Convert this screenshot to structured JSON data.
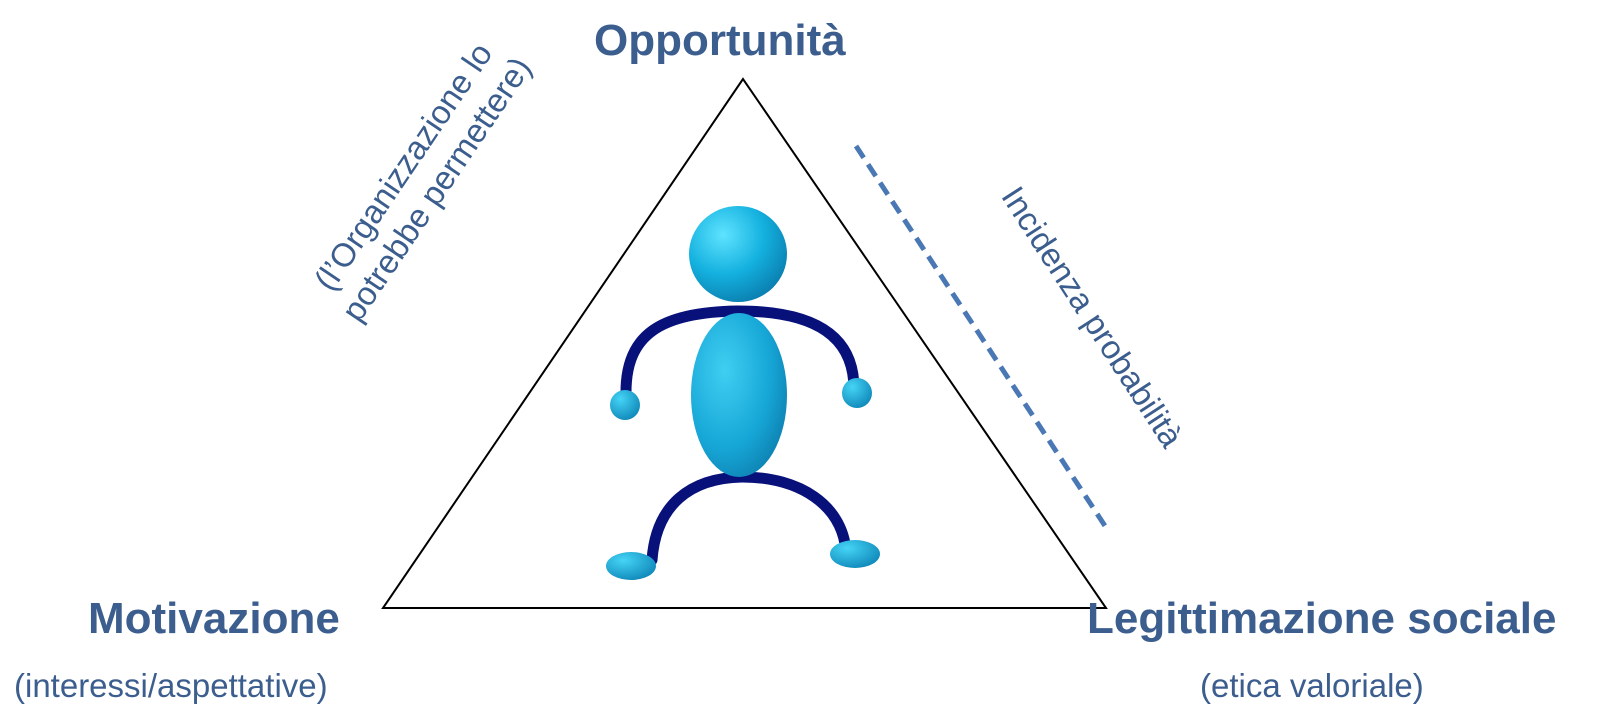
{
  "colors": {
    "label_blue": "#3c5e8e",
    "dash_blue": "#4a78b4",
    "figure_cyan": "#1fa9d6",
    "limb_navy": "#08107a",
    "triangle_stroke": "#000000"
  },
  "labels": {
    "top": "Opportunità",
    "left_title": "Motivazione",
    "left_sub": "(interessi/aspettative)",
    "right_title": "Legittimazione sociale",
    "right_sub": "(etica valoriale)",
    "org_note_line1": "(l’Organizzazione lo",
    "org_note_line2": "potrebbe permettere)",
    "incidence": "Incidenza probabilità"
  },
  "icons": {
    "figure": "stick-figure-person-icon"
  }
}
